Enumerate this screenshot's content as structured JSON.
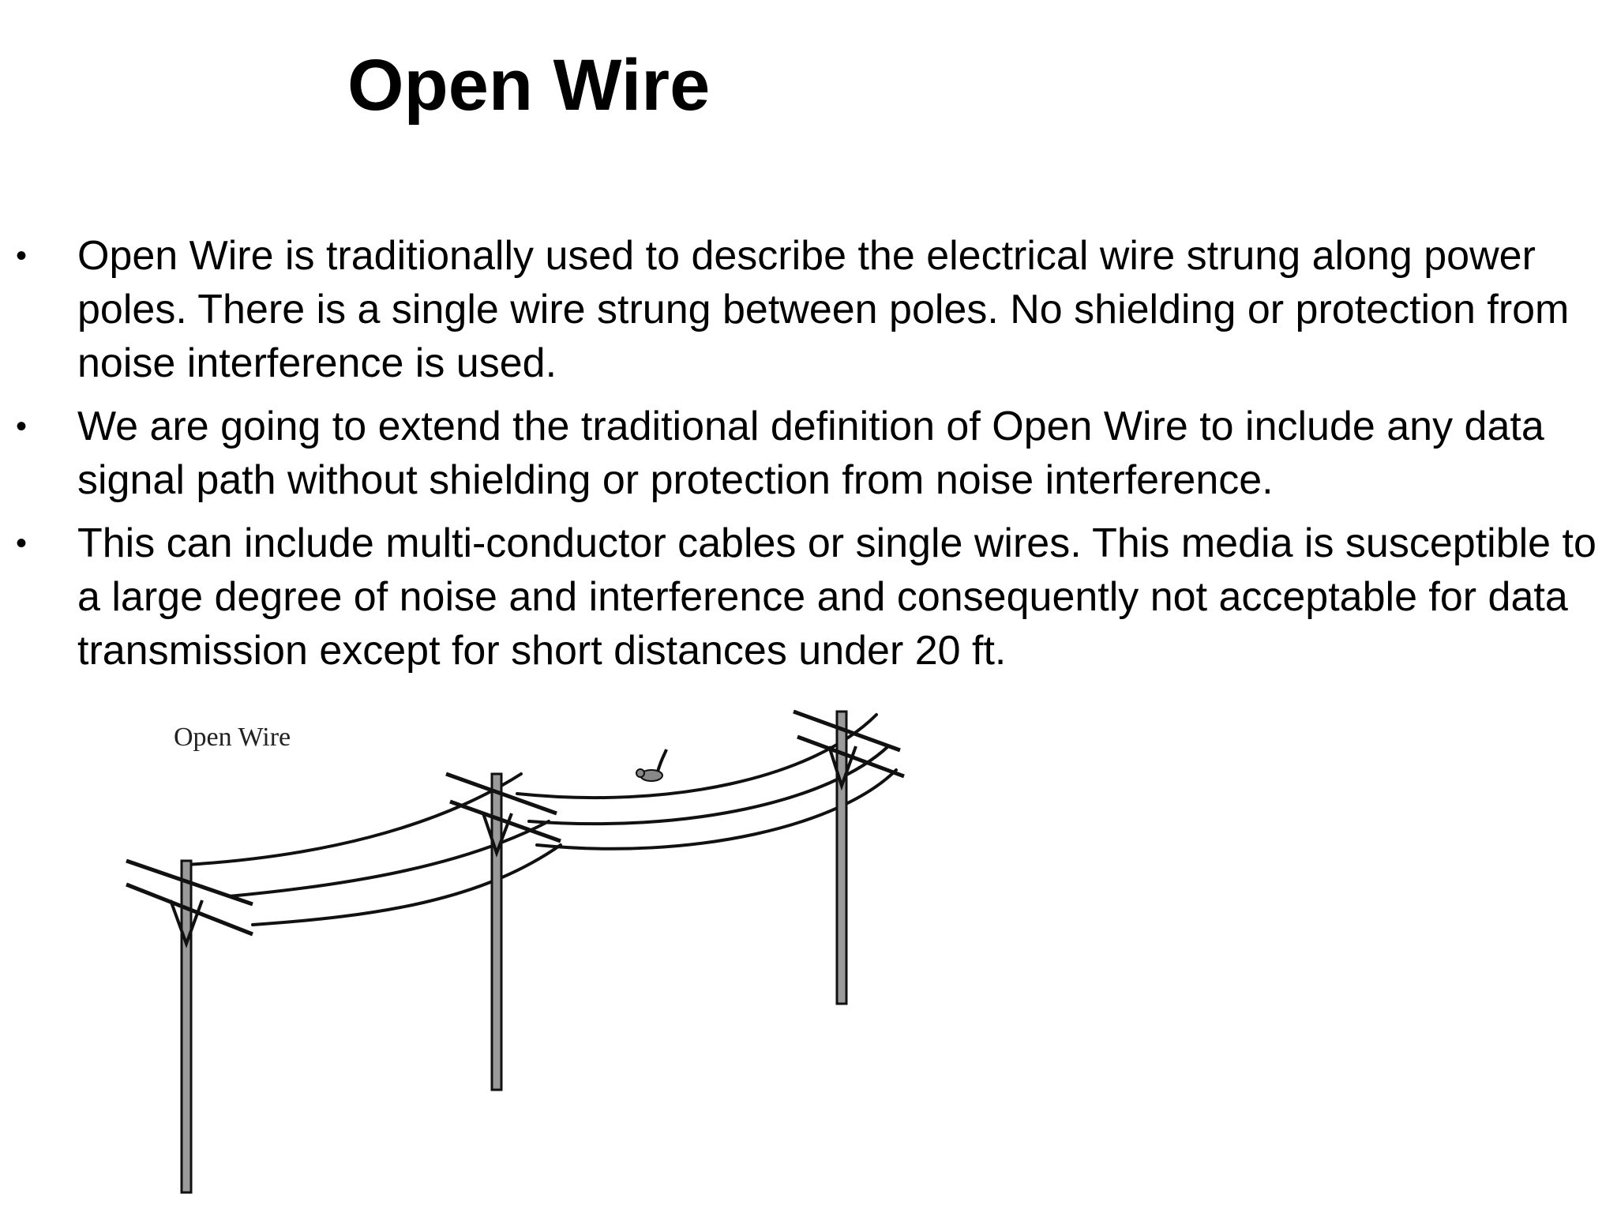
{
  "slide": {
    "title": "Open Wire",
    "bullets": [
      {
        "marker": "•",
        "text": "Open Wire is traditionally used to describe the electrical wire strung along power poles. There is a single wire strung between poles. No shielding or protection from noise interference is used."
      },
      {
        "marker": "•",
        "text": "We are going to extend the traditional definition of Open Wire to include any data signal path without shielding or protection from noise interference."
      },
      {
        "marker": "•",
        "text": "This can include multi-conductor cables or single wires. This media is susceptible to a large degree of noise and interference and consequently not acceptable for data transmission except for short distances under 20 ft."
      }
    ]
  },
  "figure": {
    "label": "Open Wire",
    "poles": 3
  }
}
